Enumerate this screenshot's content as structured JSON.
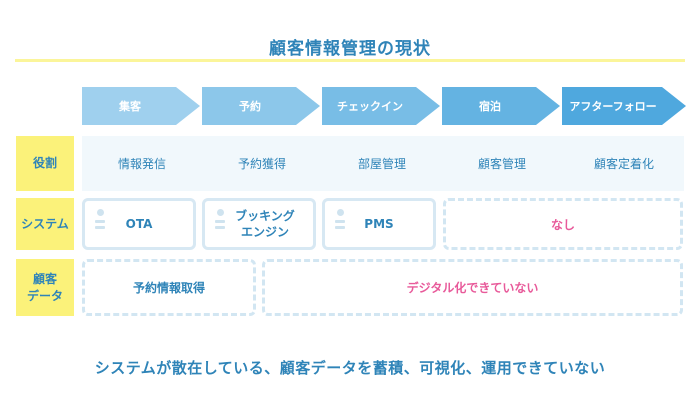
{
  "title": "顧客情報管理の現状",
  "stages": [
    {
      "label": "集客",
      "color": "#9fd0ee"
    },
    {
      "label": "予約",
      "color": "#8cc7ea"
    },
    {
      "label": "チェックイン",
      "color": "#78bde6"
    },
    {
      "label": "宿泊",
      "color": "#64b3e2"
    },
    {
      "label": "アフターフォロー",
      "color": "#4fa8de"
    }
  ],
  "rows": {
    "role": "役割",
    "system_label": "システム",
    "data_label_line1": "顧客",
    "data_label_line2": "データ"
  },
  "roles": [
    "情報発信",
    "予約獲得",
    "部屋管理",
    "顧客管理",
    "顧客定着化"
  ],
  "systems": {
    "ota": "OTA",
    "booking_line1": "ブッキング",
    "booking_line2": "エンジン",
    "pms": "PMS",
    "none": "なし",
    "none_color": "#e85a9a"
  },
  "customer_data": {
    "acquired": "予約情報取得",
    "not_digital": "デジタル化できていない",
    "not_digital_color": "#e85a9a"
  },
  "footer": "システムが散在している、顧客データを蓄積、可視化、運用できていない"
}
